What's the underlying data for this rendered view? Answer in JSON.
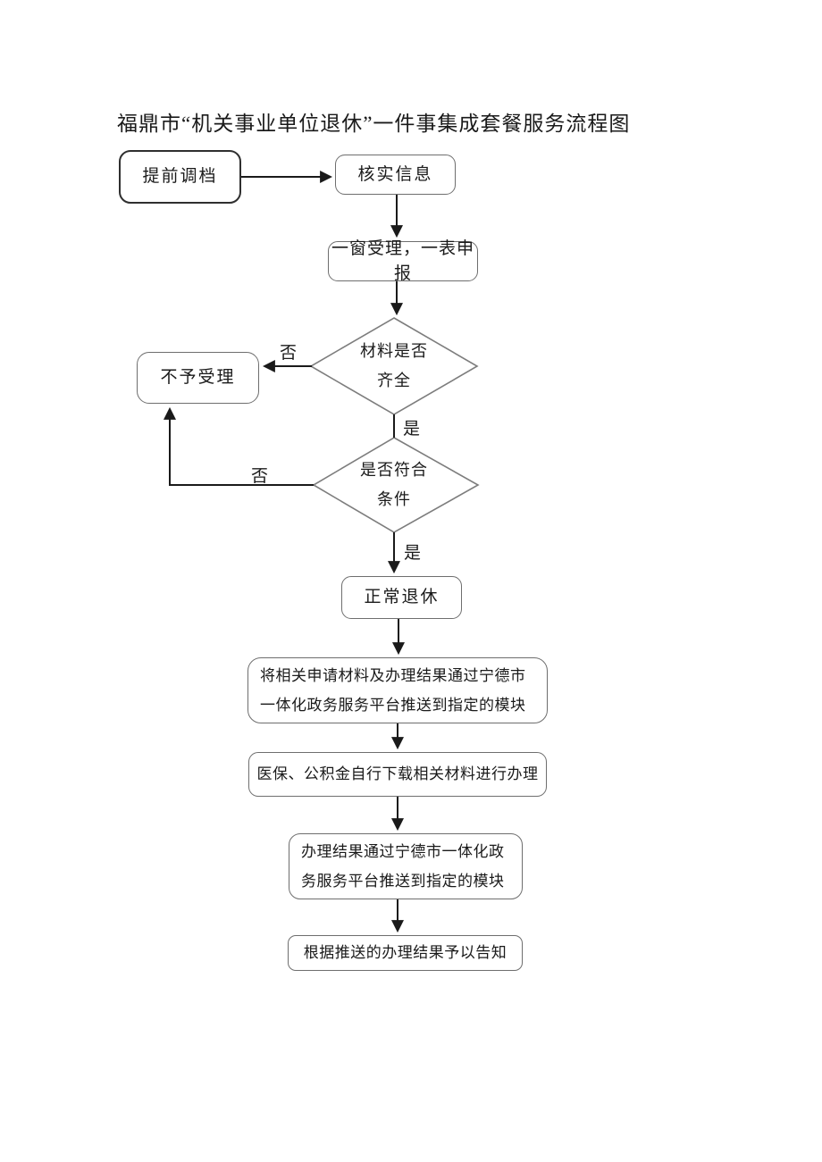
{
  "page": {
    "title": "福鼎市“机关事业单位退休”一件事集成套餐服务流程图"
  },
  "flowchart": {
    "nodes": {
      "pre_transfer_file": "提前调档",
      "verify_info": "核实信息",
      "one_window": "一窗受理，一表申报",
      "materials_complete_q": "材料是否齐全",
      "not_accept": "不予受理",
      "meet_conditions_q": "是否符合条件",
      "normal_retire": "正常退休",
      "push_materials": "将相关申请材料及办理结果通过宁德市一体化政务服务平台推送到指定的模块",
      "self_handle": "医保、公积金自行下载相关材料进行办理",
      "push_result": "办理结果通过宁德市一体化政务服务平台推送到指定的模块",
      "notify_result": "根据推送的办理结果予以告知"
    },
    "branch_labels": {
      "materials_no": "否",
      "materials_yes": "是",
      "conditions_no": "否",
      "conditions_yes": "是"
    },
    "colors": {
      "page_bg": "#ffffff",
      "text": "#1a1a1a",
      "arrow": "#1a1a1a",
      "box_border": "#6e6e6e",
      "diamond_border": "#7d7d7d"
    }
  }
}
